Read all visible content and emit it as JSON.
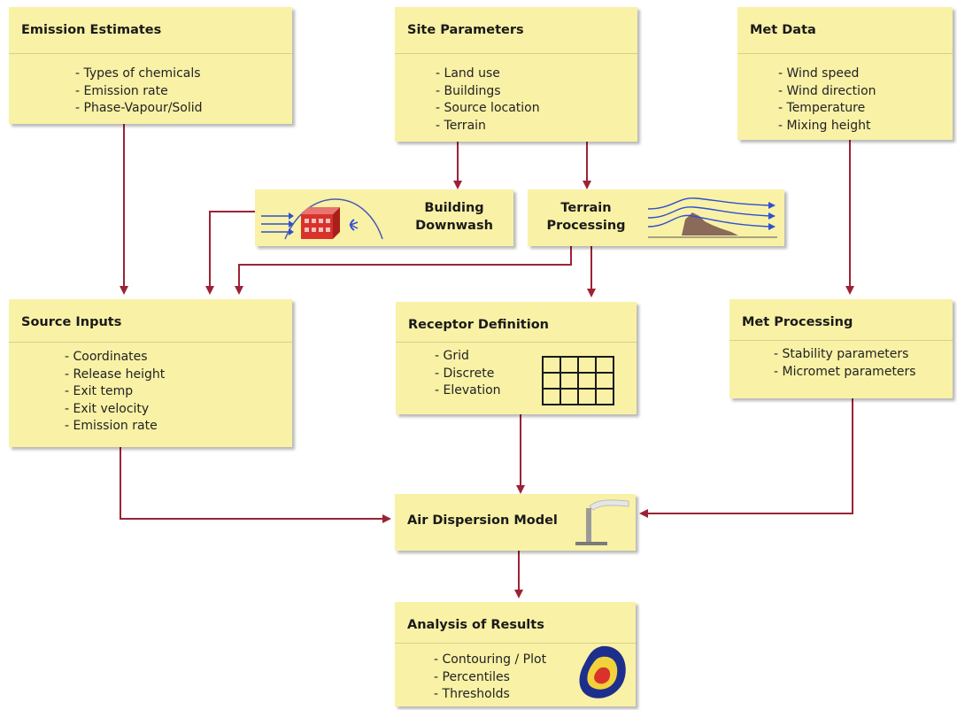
{
  "boxes": {
    "emission": {
      "title": "Emission Estimates",
      "items": [
        "Types of chemicals",
        "Emission rate",
        "Phase-Vapour/Solid"
      ]
    },
    "site": {
      "title": "Site Parameters",
      "items": [
        "Land use",
        "Buildings",
        "Source location",
        "Terrain"
      ]
    },
    "met": {
      "title": "Met Data",
      "items": [
        "Wind speed",
        "Wind direction",
        "Temperature",
        "Mixing height"
      ]
    },
    "source": {
      "title": "Source Inputs",
      "items": [
        "Coordinates",
        "Release height",
        "Exit temp",
        "Exit velocity",
        "Emission rate"
      ]
    },
    "receptor": {
      "title": "Receptor Definition",
      "items": [
        "Grid",
        "Discrete",
        "Elevation"
      ]
    },
    "metproc": {
      "title": "Met Processing",
      "items": [
        "Stability parameters",
        "Micromet parameters"
      ]
    },
    "model": {
      "title": "Air Dispersion Model"
    },
    "analysis": {
      "title": "Analysis of Results",
      "items": [
        "Contouring / Plot",
        "Percentiles",
        "Thresholds"
      ]
    }
  },
  "mini": {
    "building": {
      "line1": "Building",
      "line2": "Downwash"
    },
    "terrain": {
      "line1": "Terrain",
      "line2": "Processing"
    }
  },
  "colors": {
    "box_fill": "#f9f1a6",
    "arrow": "#9b2335",
    "flow_blue": "#2f4fd1",
    "building_red": "#d9322b"
  },
  "icons": [
    "building-downwash-icon",
    "terrain-flow-icon",
    "receptor-grid-icon",
    "smokestack-icon",
    "contour-plot-icon"
  ]
}
